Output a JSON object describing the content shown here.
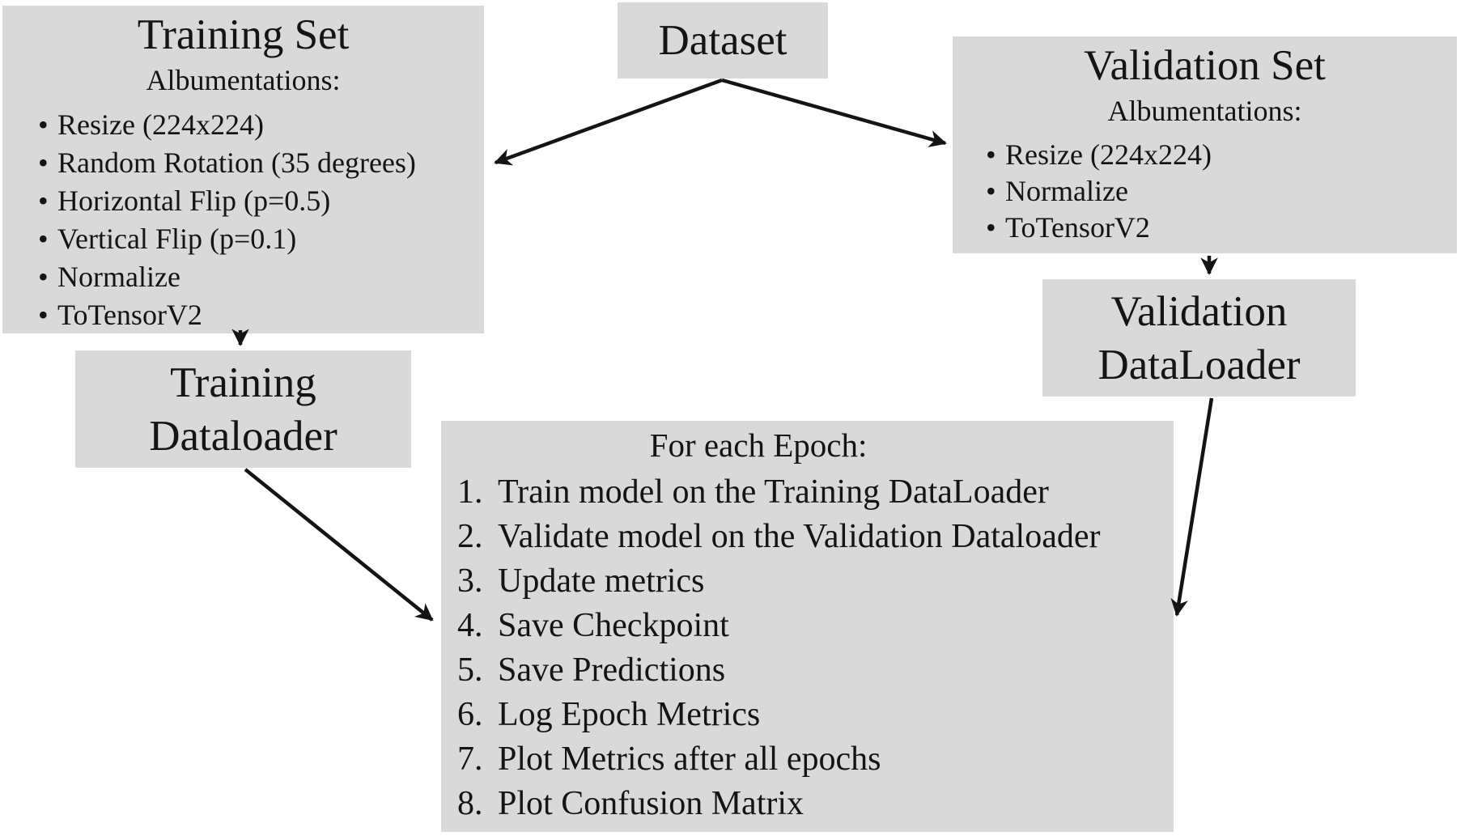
{
  "colors": {
    "background": "#ffffff",
    "box_fill": "#d9d9d9",
    "text": "#141414",
    "arrow": "#141414"
  },
  "nodes": {
    "dataset": {
      "title": "Dataset"
    },
    "training_set": {
      "title": "Training Set",
      "subtitle": "Albumentations:",
      "bullets": [
        "Resize (224x224)",
        "Random Rotation (35 degrees)",
        "Horizontal Flip (p=0.5)",
        "Vertical Flip (p=0.1)",
        "Normalize",
        "ToTensorV2"
      ]
    },
    "validation_set": {
      "title": "Validation Set",
      "subtitle": "Albumentations:",
      "bullets": [
        "Resize (224x224)",
        "Normalize",
        "ToTensorV2"
      ]
    },
    "training_dataloader": {
      "lines": [
        "Training",
        "Dataloader"
      ]
    },
    "validation_dataloader": {
      "lines": [
        "Validation",
        "DataLoader"
      ]
    },
    "epoch_loop": {
      "title": "For each Epoch:",
      "steps": [
        "Train model on the Training DataLoader",
        "Validate model on the Validation Dataloader",
        "Update metrics",
        "Save Checkpoint",
        "Save Predictions",
        "Log Epoch Metrics",
        "Plot Metrics after all epochs",
        "Plot Confusion Matrix"
      ]
    }
  }
}
